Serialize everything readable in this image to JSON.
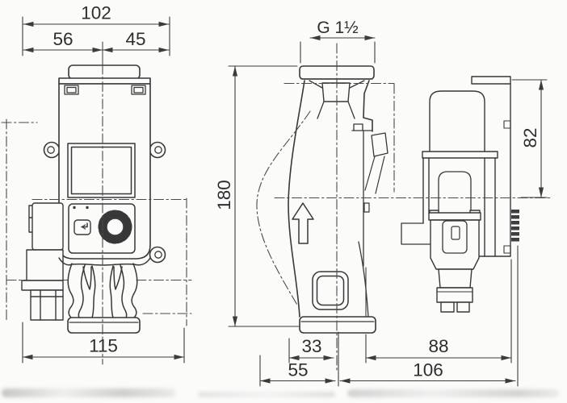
{
  "dims": {
    "overall_width": "102",
    "width_left_of_center": "56",
    "width_right_of_center": "45",
    "base_width": "115",
    "pipe_thread": "G 1½",
    "overall_height": "180",
    "motor_housing_width": "82",
    "center_to_port_edge": "33",
    "center_to_motor_rear": "88",
    "front_to_center": "55",
    "total_depth": "106"
  },
  "colors": {
    "line": "#383838",
    "background": "#fbfbfa"
  }
}
